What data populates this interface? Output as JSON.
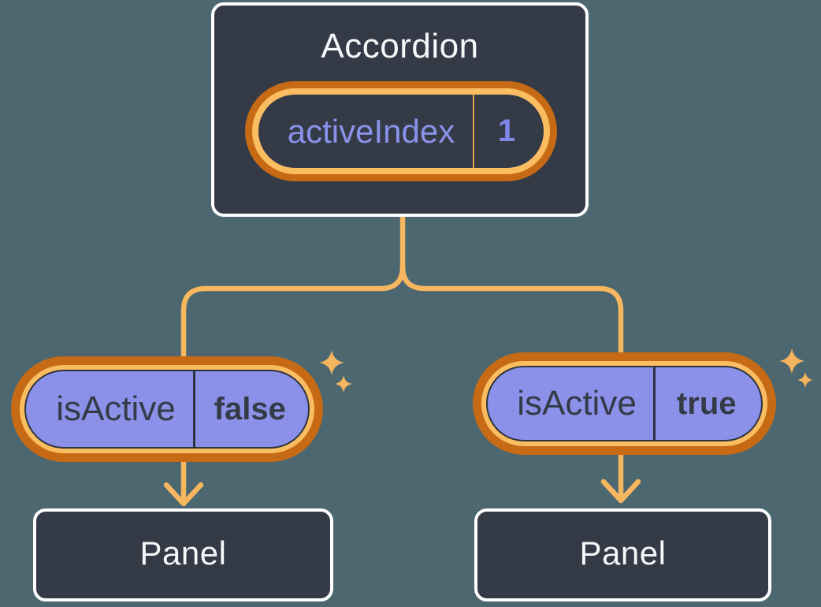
{
  "accordion": {
    "title": "Accordion",
    "state": {
      "name": "activeIndex",
      "value": "1"
    }
  },
  "branches": [
    {
      "prop": {
        "name": "isActive",
        "value": "false"
      },
      "panel": {
        "label": "Panel"
      }
    },
    {
      "prop": {
        "name": "isActive",
        "value": "true"
      },
      "panel": {
        "label": "Panel"
      }
    }
  ],
  "icons": {
    "sparkle": "sparkle-icon"
  },
  "palette": {
    "background": "#4C6770",
    "card_bg": "#343A46",
    "card_border": "#FFFFFF",
    "text_light": "#F6F7F9",
    "text_dark": "#343A46",
    "pill_purple": "#8B91E9",
    "pill_border_dark": "#2E343E",
    "text_purple": "#8A92EB",
    "value_purple": "#8089E9",
    "ring_light": "#FABD62",
    "ring_dark": "#C76A15",
    "divider_orange": "#E8A04C",
    "connector": "#F7B75F",
    "sparkle": "#F5B45E"
  }
}
